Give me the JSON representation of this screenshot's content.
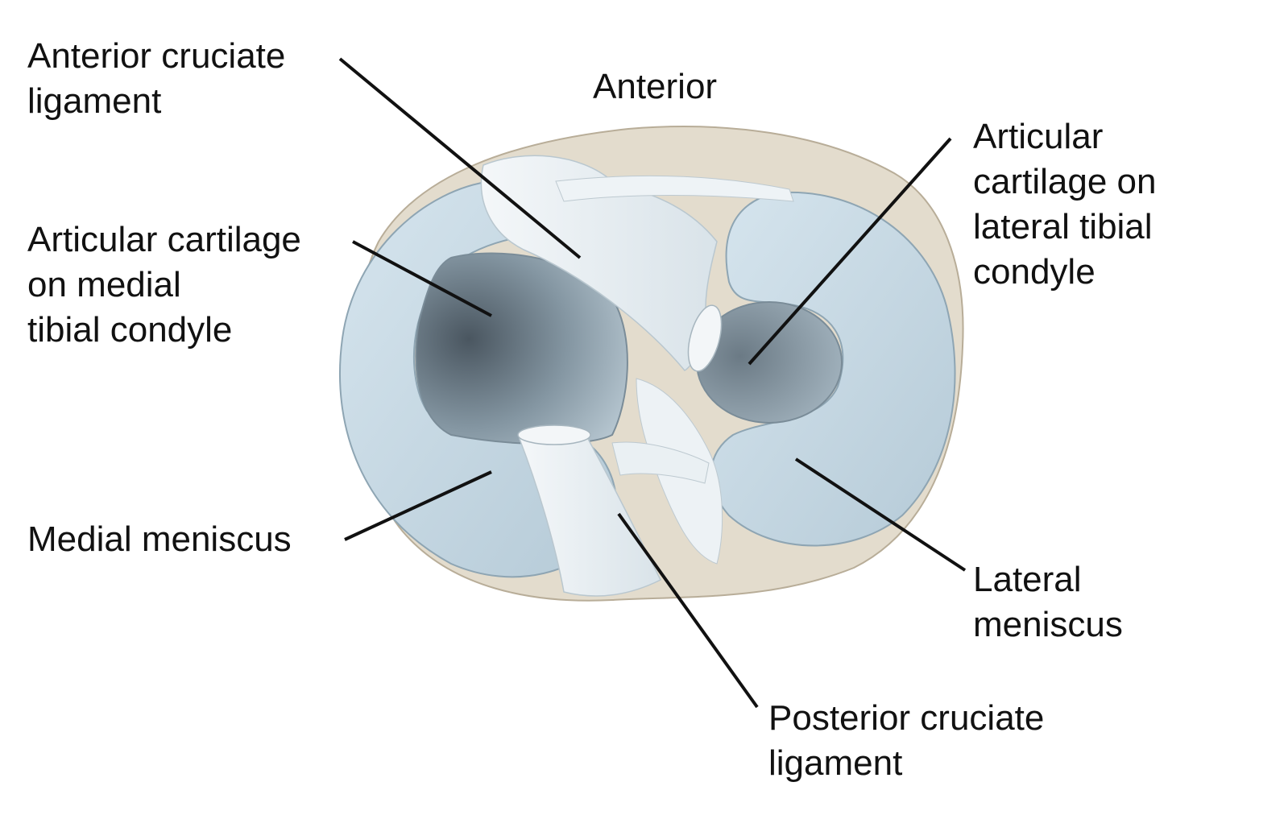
{
  "colors": {
    "meniscus": "#c7dbe6",
    "meniscus_edge": "#7f95a3",
    "bone": "#e3dccd",
    "cartilage_dark": "#6c7a84",
    "ligament": "#e9f0f3",
    "leader": "#111111"
  },
  "orientation_label": "Anterior",
  "labels": {
    "acl": [
      "Anterior cruciate",
      "ligament"
    ],
    "medial_cartilage": [
      "Articular cartilage",
      "on medial",
      "tibial condyle"
    ],
    "medial_meniscus": [
      "Medial meniscus"
    ],
    "lateral_cartilage": [
      "Articular",
      "cartilage on",
      "lateral tibial",
      "condyle"
    ],
    "lateral_meniscus": [
      "Lateral",
      "meniscus"
    ],
    "pcl": [
      "Posterior cruciate",
      "ligament"
    ]
  }
}
